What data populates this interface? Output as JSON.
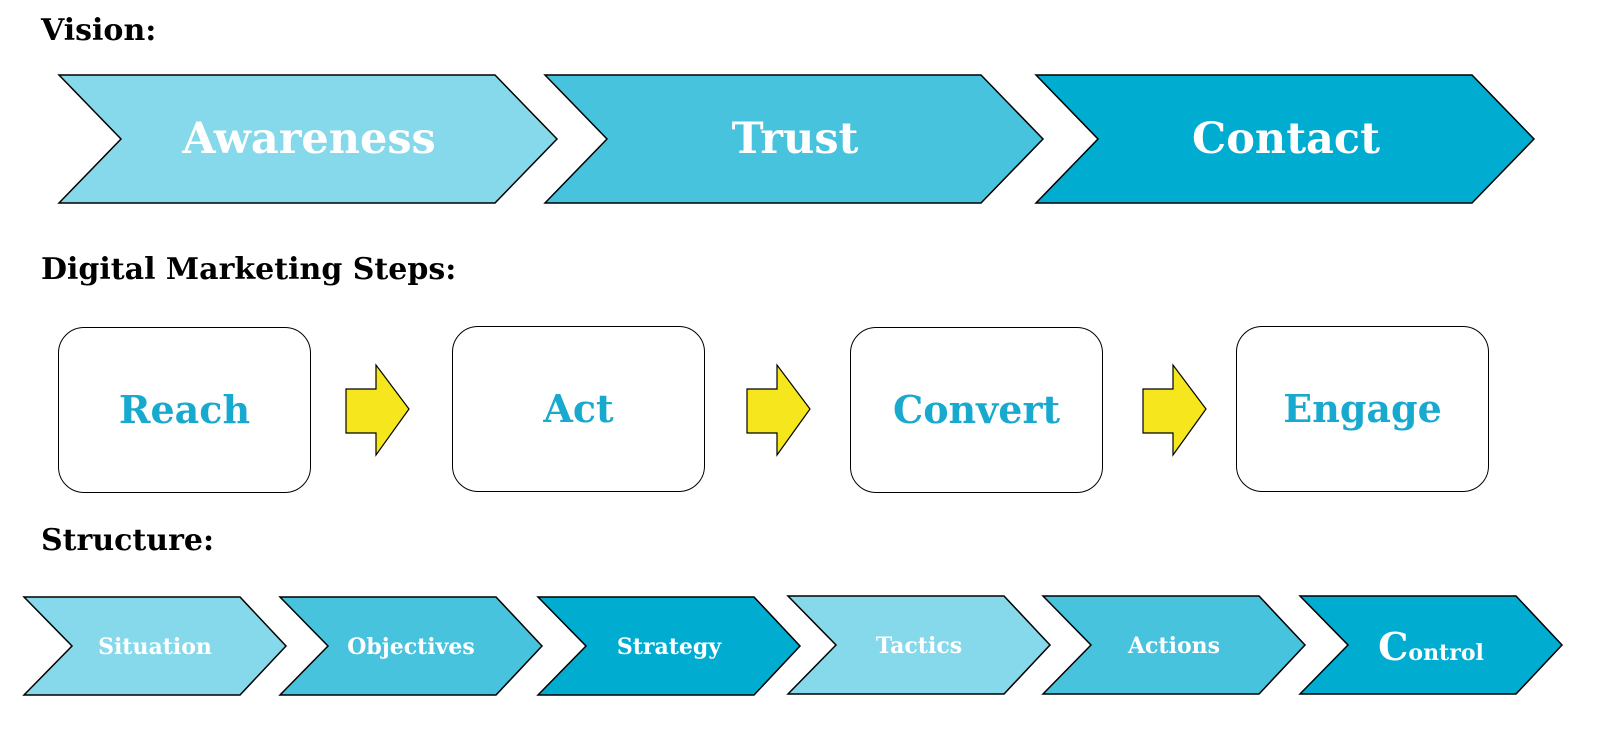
{
  "headings": {
    "vision": "Vision:",
    "steps": "Digital Marketing Steps:",
    "structure": "Structure:"
  },
  "vision": [
    {
      "label": "Awareness",
      "color": "#86d9ea"
    },
    {
      "label": "Trust",
      "color": "#48c3de"
    },
    {
      "label": "Contact",
      "color": "#00acd0"
    }
  ],
  "steps": [
    "Reach",
    "Act",
    "Convert",
    "Engage"
  ],
  "structure": [
    {
      "label": "Situation",
      "color": "#86d9ea"
    },
    {
      "label": "Objectives",
      "color": "#48c3de"
    },
    {
      "label": "Strategy",
      "color": "#00acd0"
    },
    {
      "label": "Tactics",
      "color": "#86d9ea"
    },
    {
      "label": "Actions",
      "color": "#48c3de"
    },
    {
      "label": "Control",
      "color": "#00acd0"
    }
  ],
  "colors": {
    "step_text": "#18a9cf",
    "arrow_fill": "#f5e61e"
  }
}
